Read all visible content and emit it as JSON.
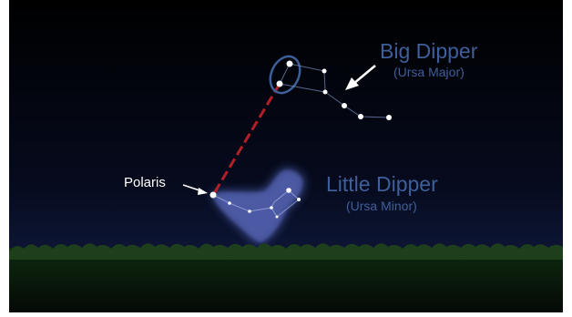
{
  "labels": {
    "big_dipper": "Big Dipper",
    "big_dipper_sub": "(Ursa Major)",
    "little_dipper": "Little Dipper",
    "little_dipper_sub": "(Ursa Minor)",
    "polaris": "Polaris"
  },
  "colors": {
    "sky_top": "#000000",
    "sky_bottom": "#0f1a3a",
    "label_blue": "#3e5f9a",
    "pointer_line": "#b31f26",
    "bear_glow": "#3a4a8a",
    "ground": "#0a1a0a"
  }
}
